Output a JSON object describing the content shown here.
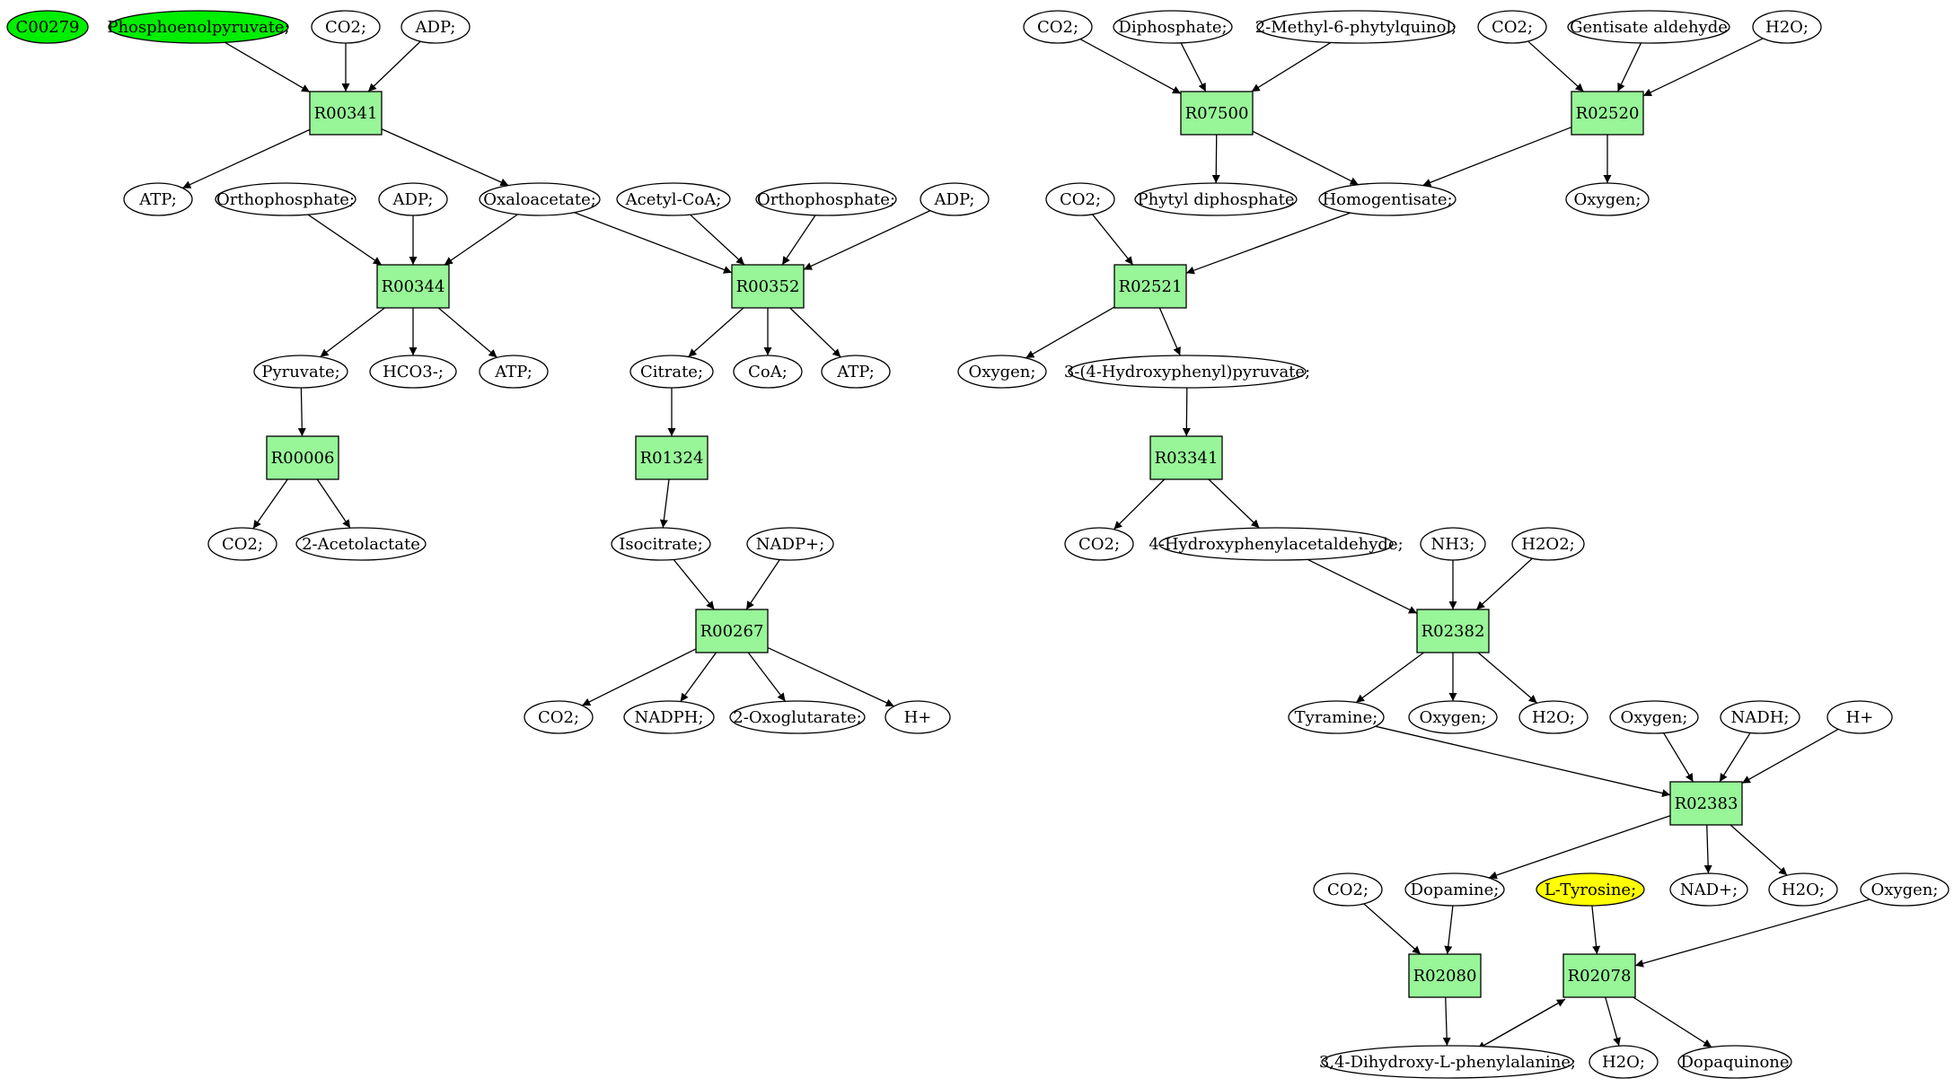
{
  "graph": {
    "colors": {
      "reaction": "#98f598",
      "compound": "#ffffff",
      "highlight_green": "#00ee00",
      "highlight_yellow": "#ffff00",
      "stroke": "#000000"
    },
    "nodes": [
      {
        "id": "c_c00279",
        "label": "C00279",
        "kind": "compound",
        "fill": "green"
      },
      {
        "id": "c_pep",
        "label": "Phosphoenolpyruvate;",
        "kind": "compound",
        "fill": "green"
      },
      {
        "id": "c_co2_1",
        "label": "CO2;",
        "kind": "compound"
      },
      {
        "id": "c_adp_1",
        "label": "ADP;",
        "kind": "compound"
      },
      {
        "id": "r_r00341",
        "label": "R00341",
        "kind": "reaction"
      },
      {
        "id": "c_atp_1",
        "label": "ATP;",
        "kind": "compound"
      },
      {
        "id": "c_ortho_1",
        "label": "Orthophosphate;",
        "kind": "compound"
      },
      {
        "id": "c_adp_2",
        "label": "ADP;",
        "kind": "compound"
      },
      {
        "id": "c_oxaloacetate",
        "label": "Oxaloacetate;",
        "kind": "compound"
      },
      {
        "id": "c_acetylcoa",
        "label": "Acetyl-CoA;",
        "kind": "compound"
      },
      {
        "id": "c_ortho_2",
        "label": "Orthophosphate;",
        "kind": "compound"
      },
      {
        "id": "c_adp_3",
        "label": "ADP;",
        "kind": "compound"
      },
      {
        "id": "r_r00344",
        "label": "R00344",
        "kind": "reaction"
      },
      {
        "id": "r_r00352",
        "label": "R00352",
        "kind": "reaction"
      },
      {
        "id": "c_pyruvate",
        "label": "Pyruvate;",
        "kind": "compound"
      },
      {
        "id": "c_hco3",
        "label": "HCO3-;",
        "kind": "compound"
      },
      {
        "id": "c_atp_2",
        "label": "ATP;",
        "kind": "compound"
      },
      {
        "id": "c_citrate",
        "label": "Citrate;",
        "kind": "compound"
      },
      {
        "id": "c_coa",
        "label": "CoA;",
        "kind": "compound"
      },
      {
        "id": "c_atp_3",
        "label": "ATP;",
        "kind": "compound"
      },
      {
        "id": "r_r00006",
        "label": "R00006",
        "kind": "reaction"
      },
      {
        "id": "r_r01324",
        "label": "R01324",
        "kind": "reaction"
      },
      {
        "id": "c_co2_2",
        "label": "CO2;",
        "kind": "compound"
      },
      {
        "id": "c_acetolactate",
        "label": "2-Acetolactate",
        "kind": "compound"
      },
      {
        "id": "c_isocitrate",
        "label": "Isocitrate;",
        "kind": "compound"
      },
      {
        "id": "c_nadp",
        "label": "NADP+;",
        "kind": "compound"
      },
      {
        "id": "r_r00267",
        "label": "R00267",
        "kind": "reaction"
      },
      {
        "id": "c_co2_3",
        "label": "CO2;",
        "kind": "compound"
      },
      {
        "id": "c_nadph",
        "label": "NADPH;",
        "kind": "compound"
      },
      {
        "id": "c_oxoglutarate",
        "label": "2-Oxoglutarate;",
        "kind": "compound"
      },
      {
        "id": "c_hplus_1",
        "label": "H+",
        "kind": "compound"
      },
      {
        "id": "c_co2_4",
        "label": "CO2;",
        "kind": "compound"
      },
      {
        "id": "c_diphosphate",
        "label": "Diphosphate;",
        "kind": "compound"
      },
      {
        "id": "c_methylphytyl",
        "label": "2-Methyl-6-phytylquinol;",
        "kind": "compound"
      },
      {
        "id": "c_co2_5",
        "label": "CO2;",
        "kind": "compound"
      },
      {
        "id": "c_gentisate",
        "label": "Gentisate aldehyde",
        "kind": "compound"
      },
      {
        "id": "c_h2o_1",
        "label": "H2O;",
        "kind": "compound"
      },
      {
        "id": "r_r07500",
        "label": "R07500",
        "kind": "reaction"
      },
      {
        "id": "r_r02520",
        "label": "R02520",
        "kind": "reaction"
      },
      {
        "id": "c_co2_6",
        "label": "CO2;",
        "kind": "compound"
      },
      {
        "id": "c_phytyl",
        "label": "Phytyl diphosphate",
        "kind": "compound"
      },
      {
        "id": "c_homogentisate",
        "label": "Homogentisate;",
        "kind": "compound"
      },
      {
        "id": "c_oxygen_1",
        "label": "Oxygen;",
        "kind": "compound"
      },
      {
        "id": "r_r02521",
        "label": "R02521",
        "kind": "reaction"
      },
      {
        "id": "c_oxygen_2",
        "label": "Oxygen;",
        "kind": "compound"
      },
      {
        "id": "c_hpp",
        "label": "3-(4-Hydroxyphenyl)pyruvate;",
        "kind": "compound"
      },
      {
        "id": "r_r03341",
        "label": "R03341",
        "kind": "reaction"
      },
      {
        "id": "c_co2_7",
        "label": "CO2;",
        "kind": "compound"
      },
      {
        "id": "c_hpaa",
        "label": "4-Hydroxyphenylacetaldehyde;",
        "kind": "compound"
      },
      {
        "id": "c_nh3",
        "label": "NH3;",
        "kind": "compound"
      },
      {
        "id": "c_h2o2",
        "label": "H2O2;",
        "kind": "compound"
      },
      {
        "id": "r_r02382",
        "label": "R02382",
        "kind": "reaction"
      },
      {
        "id": "c_tyramine",
        "label": "Tyramine;",
        "kind": "compound"
      },
      {
        "id": "c_oxygen_3",
        "label": "Oxygen;",
        "kind": "compound"
      },
      {
        "id": "c_h2o_2",
        "label": "H2O;",
        "kind": "compound"
      },
      {
        "id": "c_oxygen_4",
        "label": "Oxygen;",
        "kind": "compound"
      },
      {
        "id": "c_nadh",
        "label": "NADH;",
        "kind": "compound"
      },
      {
        "id": "c_hplus_2",
        "label": "H+",
        "kind": "compound"
      },
      {
        "id": "r_r02383",
        "label": "R02383",
        "kind": "reaction"
      },
      {
        "id": "c_co2_8",
        "label": "CO2;",
        "kind": "compound"
      },
      {
        "id": "c_dopamine",
        "label": "Dopamine;",
        "kind": "compound"
      },
      {
        "id": "c_tyrosine",
        "label": "L-Tyrosine;",
        "kind": "compound",
        "fill": "yellow"
      },
      {
        "id": "c_nad",
        "label": "NAD+;",
        "kind": "compound"
      },
      {
        "id": "c_h2o_3",
        "label": "H2O;",
        "kind": "compound"
      },
      {
        "id": "c_oxygen_5",
        "label": "Oxygen;",
        "kind": "compound"
      },
      {
        "id": "r_r02080",
        "label": "R02080",
        "kind": "reaction"
      },
      {
        "id": "r_r02078",
        "label": "R02078",
        "kind": "reaction"
      },
      {
        "id": "c_dopa",
        "label": "3,4-Dihydroxy-L-phenylalanine;",
        "kind": "compound"
      },
      {
        "id": "c_h2o_4",
        "label": "H2O;",
        "kind": "compound"
      },
      {
        "id": "c_dopaquinone",
        "label": "Dopaquinone",
        "kind": "compound"
      }
    ],
    "edges": [
      [
        "c_pep",
        "r_r00341"
      ],
      [
        "c_co2_1",
        "r_r00341"
      ],
      [
        "c_adp_1",
        "r_r00341"
      ],
      [
        "r_r00341",
        "c_atp_1"
      ],
      [
        "r_r00341",
        "c_oxaloacetate"
      ],
      [
        "c_ortho_1",
        "r_r00344"
      ],
      [
        "c_adp_2",
        "r_r00344"
      ],
      [
        "c_oxaloacetate",
        "r_r00344"
      ],
      [
        "r_r00344",
        "c_pyruvate"
      ],
      [
        "r_r00344",
        "c_hco3"
      ],
      [
        "r_r00344",
        "c_atp_2"
      ],
      [
        "c_oxaloacetate",
        "r_r00352"
      ],
      [
        "c_acetylcoa",
        "r_r00352"
      ],
      [
        "c_ortho_2",
        "r_r00352"
      ],
      [
        "c_adp_3",
        "r_r00352"
      ],
      [
        "r_r00352",
        "c_citrate"
      ],
      [
        "r_r00352",
        "c_coa"
      ],
      [
        "r_r00352",
        "c_atp_3"
      ],
      [
        "c_pyruvate",
        "r_r00006"
      ],
      [
        "r_r00006",
        "c_co2_2"
      ],
      [
        "r_r00006",
        "c_acetolactate"
      ],
      [
        "c_citrate",
        "r_r01324"
      ],
      [
        "r_r01324",
        "c_isocitrate"
      ],
      [
        "c_isocitrate",
        "r_r00267"
      ],
      [
        "c_nadp",
        "r_r00267"
      ],
      [
        "r_r00267",
        "c_co2_3"
      ],
      [
        "r_r00267",
        "c_nadph"
      ],
      [
        "r_r00267",
        "c_oxoglutarate"
      ],
      [
        "r_r00267",
        "c_hplus_1"
      ],
      [
        "c_co2_4",
        "r_r07500"
      ],
      [
        "c_diphosphate",
        "r_r07500"
      ],
      [
        "c_methylphytyl",
        "r_r07500"
      ],
      [
        "r_r07500",
        "c_phytyl"
      ],
      [
        "r_r07500",
        "c_homogentisate"
      ],
      [
        "c_co2_5",
        "r_r02520"
      ],
      [
        "c_gentisate",
        "r_r02520"
      ],
      [
        "c_h2o_1",
        "r_r02520"
      ],
      [
        "r_r02520",
        "c_homogentisate"
      ],
      [
        "r_r02520",
        "c_oxygen_1"
      ],
      [
        "c_co2_6",
        "r_r02521"
      ],
      [
        "c_homogentisate",
        "r_r02521"
      ],
      [
        "r_r02521",
        "c_oxygen_2"
      ],
      [
        "r_r02521",
        "c_hpp"
      ],
      [
        "c_hpp",
        "r_r03341"
      ],
      [
        "r_r03341",
        "c_co2_7"
      ],
      [
        "r_r03341",
        "c_hpaa"
      ],
      [
        "c_hpaa",
        "r_r02382"
      ],
      [
        "c_nh3",
        "r_r02382"
      ],
      [
        "c_h2o2",
        "r_r02382"
      ],
      [
        "r_r02382",
        "c_tyramine"
      ],
      [
        "r_r02382",
        "c_oxygen_3"
      ],
      [
        "r_r02382",
        "c_h2o_2"
      ],
      [
        "c_tyramine",
        "r_r02383"
      ],
      [
        "c_oxygen_4",
        "r_r02383"
      ],
      [
        "c_nadh",
        "r_r02383"
      ],
      [
        "c_hplus_2",
        "r_r02383"
      ],
      [
        "r_r02383",
        "c_dopamine"
      ],
      [
        "r_r02383",
        "c_nad"
      ],
      [
        "r_r02383",
        "c_h2o_3"
      ],
      [
        "c_co2_8",
        "r_r02080"
      ],
      [
        "c_dopamine",
        "r_r02080"
      ],
      [
        "r_r02080",
        "c_dopa"
      ],
      [
        "c_tyrosine",
        "r_r02078"
      ],
      [
        "c_oxygen_5",
        "r_r02078"
      ],
      [
        "c_dopa",
        "r_r02078"
      ],
      [
        "r_r02078",
        "c_dopa"
      ],
      [
        "r_r02078",
        "c_h2o_4"
      ],
      [
        "r_r02078",
        "c_dopaquinone"
      ]
    ]
  }
}
